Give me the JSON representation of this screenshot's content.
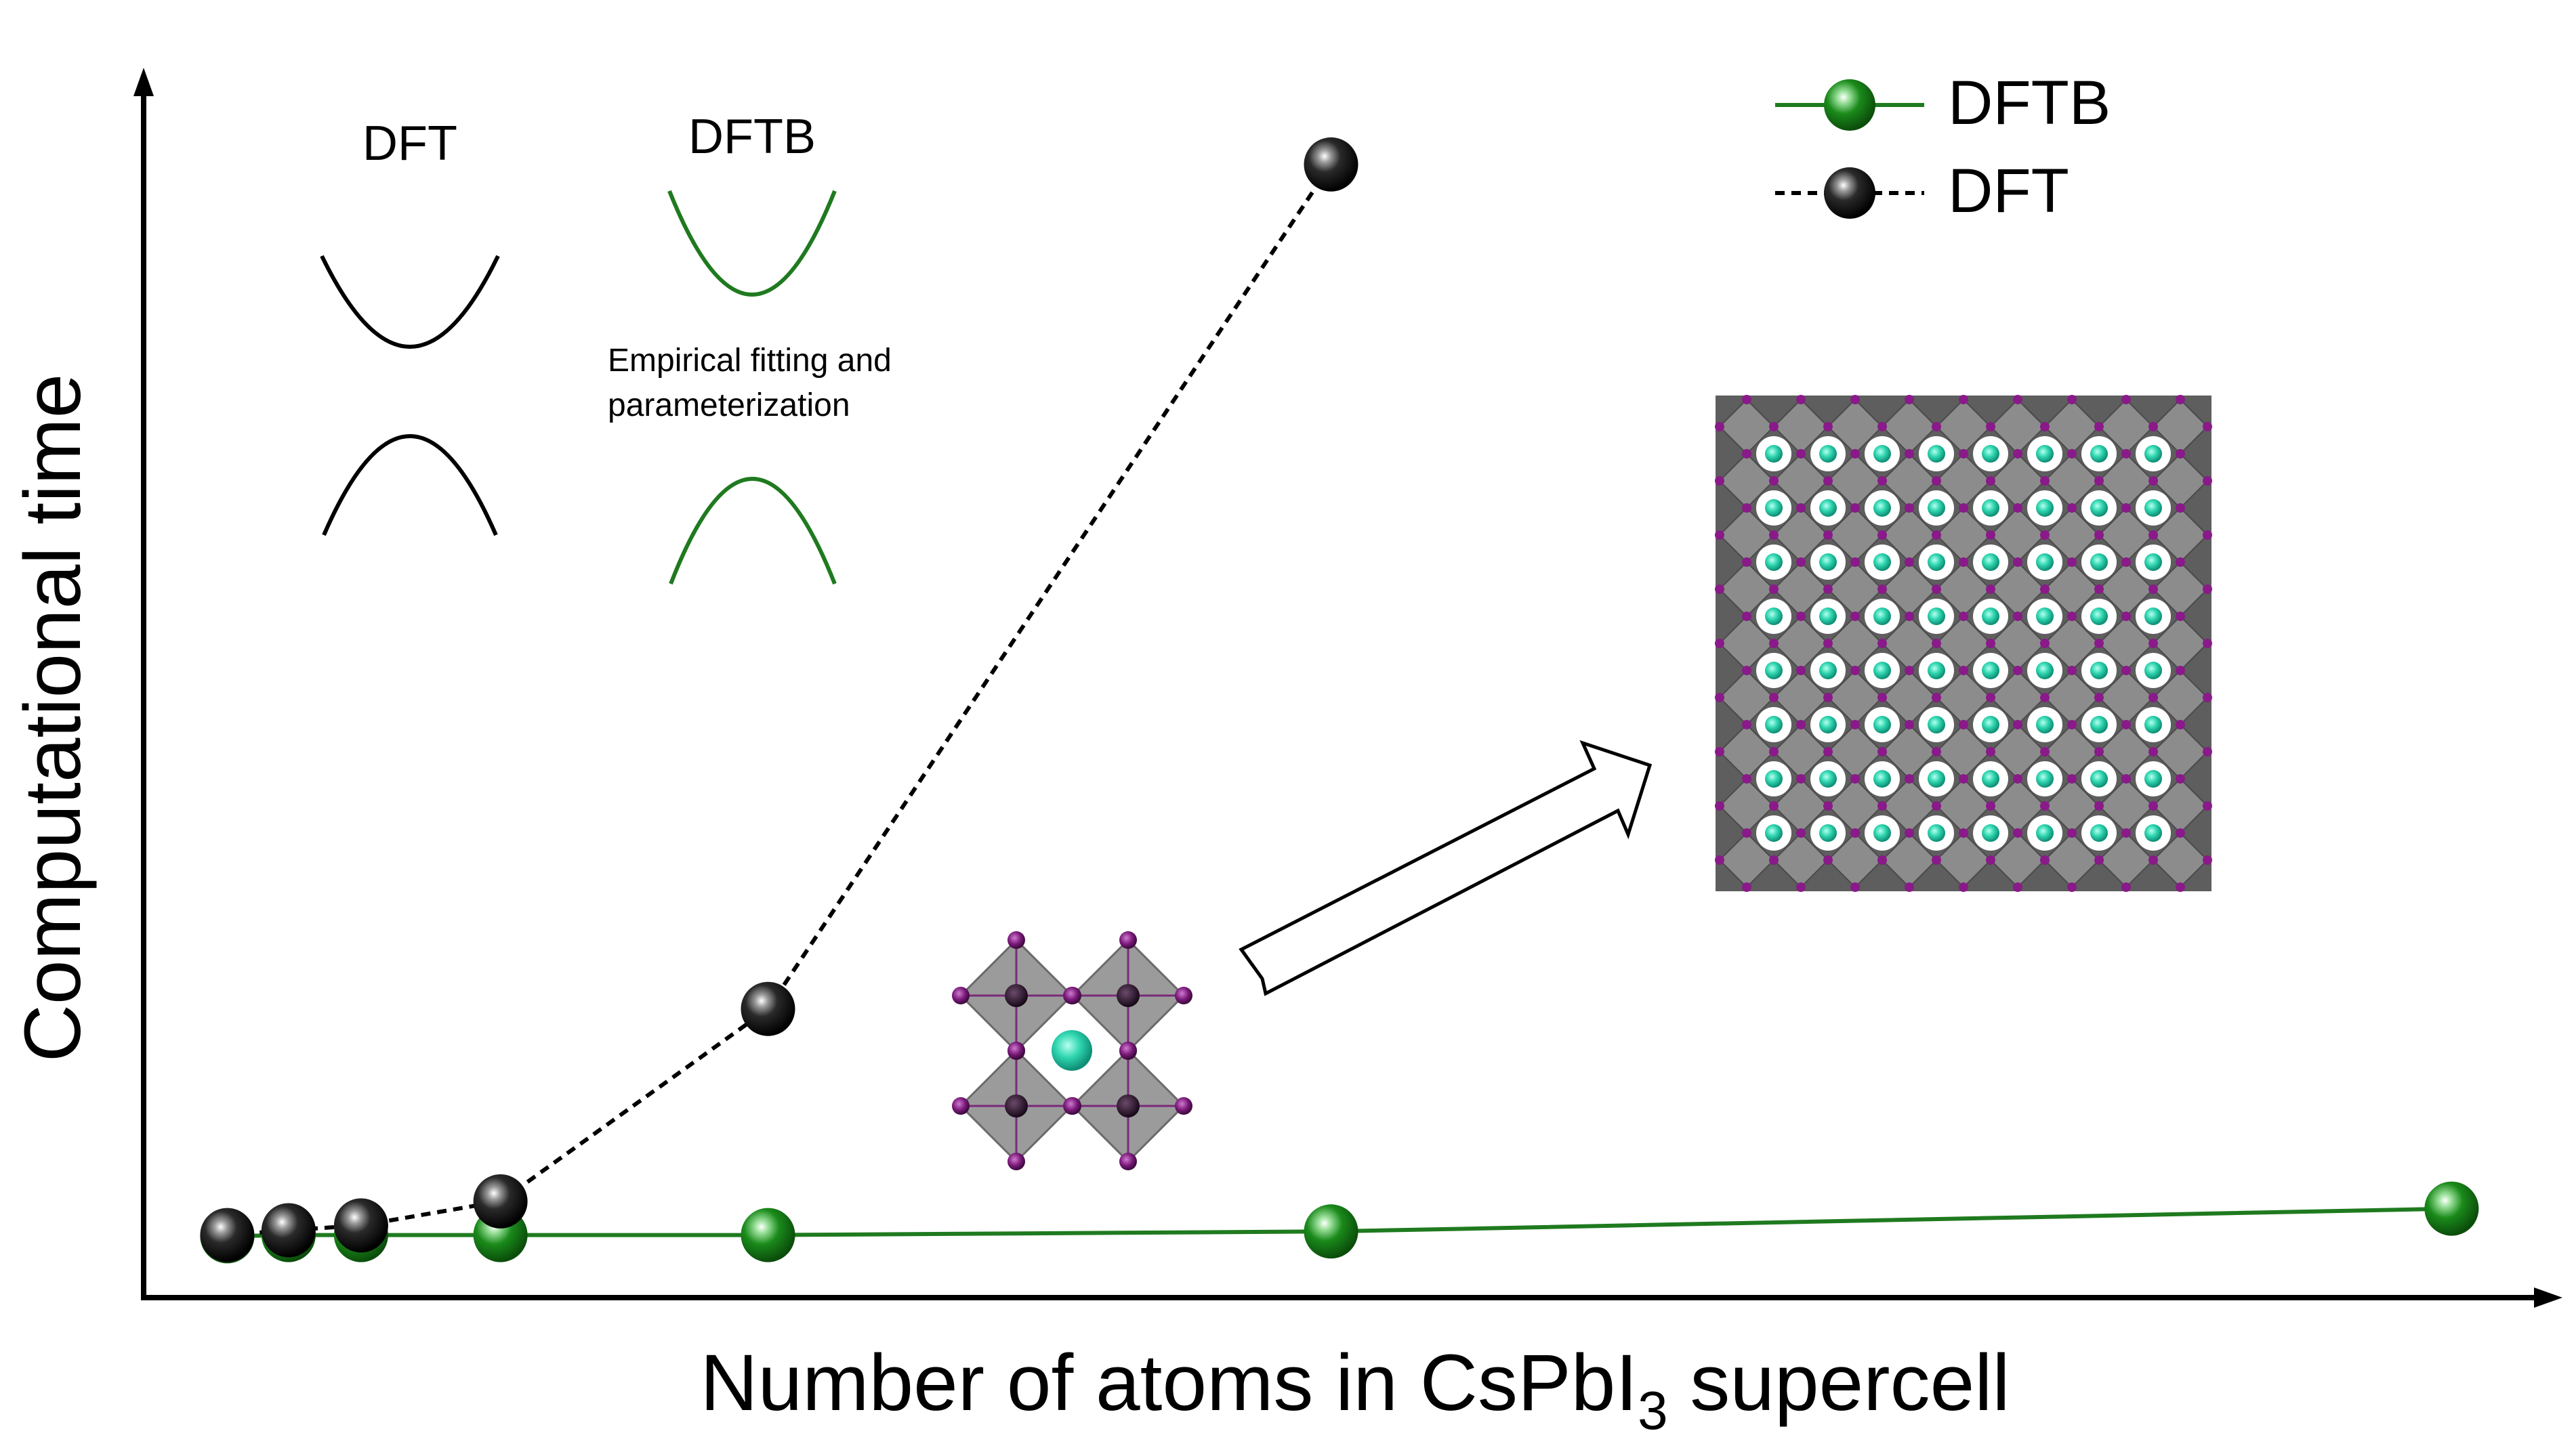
{
  "chart_data": {
    "type": "line",
    "xlabel": "Number of atoms in CsPbI",
    "xlabel_subscript": "3",
    "xlabel_suffix": " supercell",
    "ylabel": "Computational time",
    "axis_ticks": "none",
    "grid": false,
    "legend_position": "top-right",
    "series": [
      {
        "name": "DFTB",
        "color": "#1f7a1f",
        "line_style": "solid",
        "marker": "sphere",
        "x": [
          1.5,
          2.6,
          3.9,
          6.4,
          11.2,
          21.3,
          41.4
        ],
        "y": [
          1.05,
          1.1,
          1.1,
          1.1,
          1.1,
          1.25,
          2.2
        ]
      },
      {
        "name": "DFT",
        "color": "#000000",
        "line_style": "dashed",
        "marker": "sphere",
        "x": [
          1.5,
          2.6,
          3.9,
          6.4,
          11.2,
          21.3
        ],
        "y": [
          1.1,
          1.3,
          1.5,
          2.5,
          10.5,
          45.6
        ]
      }
    ],
    "xlim": [
      0,
      43
    ],
    "ylim": [
      -1.5,
      49
    ],
    "annotations": {
      "dft_label": "DFT",
      "dftb_label": "DFTB",
      "fitting_note_line1": "Empirical fitting and",
      "fitting_note_line2": "parameterization"
    },
    "insets": {
      "small_cell": "CsPbI3 unit cell (1 Cs, PbI6 octahedra)",
      "large_cell": "CsPbI3 supercell (9 x 9 octahedra)"
    }
  }
}
